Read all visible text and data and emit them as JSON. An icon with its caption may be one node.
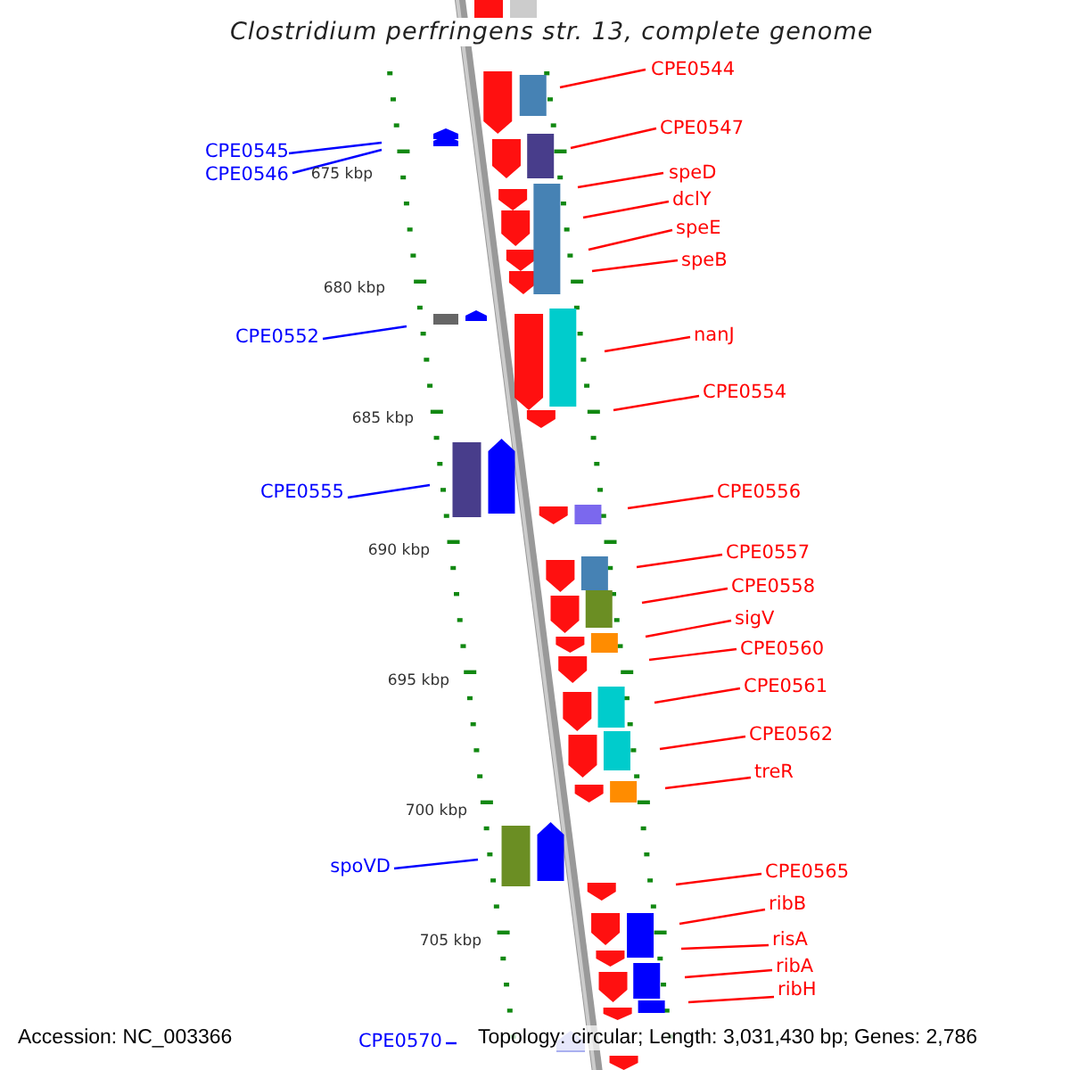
{
  "diagram": {
    "title": "Clostridium perfringens str. 13, complete genome",
    "nodes": [
      {
        "text": [
          "CPE0544"
        ]
      },
      {
        "text": [
          "CPE0547"
        ]
      },
      {
        "text": [
          "CPE0545"
        ]
      },
      {
        "text": [
          "CPE0546"
        ]
      },
      {
        "text": [
          "speD"
        ]
      },
      {
        "text": [
          "dclY"
        ]
      },
      {
        "text": [
          "speE"
        ]
      },
      {
        "text": [
          "speB"
        ]
      },
      {
        "text": [
          "CPE0552"
        ]
      },
      {
        "text": [
          "nanJ"
        ]
      },
      {
        "text": [
          "CPE0554"
        ]
      },
      {
        "text": [
          "CPE0555"
        ]
      },
      {
        "text": [
          "CPE0556"
        ]
      },
      {
        "text": [
          "CPE0557"
        ]
      },
      {
        "text": [
          "CPE0558"
        ]
      },
      {
        "text": [
          "sigV"
        ]
      },
      {
        "text": [
          "CPE0560"
        ]
      },
      {
        "text": [
          "CPE0561"
        ]
      },
      {
        "text": [
          "CPE0562"
        ]
      },
      {
        "text": [
          "treR"
        ]
      },
      {
        "text": [
          "spoVD"
        ]
      },
      {
        "text": [
          "CPE0565"
        ]
      },
      {
        "text": [
          "ribB"
        ]
      },
      {
        "text": [
          "risA"
        ]
      },
      {
        "text": [
          "ribA"
        ]
      },
      {
        "text": [
          "ribH"
        ]
      },
      {
        "text": [
          "CPE0570"
        ]
      }
    ],
    "edges": [
      {
        "from": 0,
        "to": null,
        "arrow": "none"
      },
      {
        "from": 1,
        "to": null,
        "arrow": "none"
      },
      {
        "from": 2,
        "to": null,
        "arrow": "none",
        "color": "#0000ff"
      },
      {
        "from": 3,
        "to": null,
        "arrow": "none",
        "color": "#0000ff"
      },
      {
        "from": 4,
        "to": null,
        "arrow": "none"
      },
      {
        "from": 5,
        "to": null,
        "arrow": "none"
      },
      {
        "from": 6,
        "to": null,
        "arrow": "none"
      },
      {
        "from": 7,
        "to": null,
        "arrow": "none"
      },
      {
        "from": 8,
        "to": null,
        "arrow": "none",
        "color": "#0000ff"
      },
      {
        "from": 9,
        "to": null,
        "arrow": "none"
      },
      {
        "from": 10,
        "to": null,
        "arrow": "none"
      },
      {
        "from": 11,
        "to": null,
        "arrow": "none",
        "color": "#0000ff"
      },
      {
        "from": 12,
        "to": null,
        "arrow": "none"
      },
      {
        "from": 13,
        "to": null,
        "arrow": "none"
      },
      {
        "from": 14,
        "to": null,
        "arrow": "none"
      },
      {
        "from": 15,
        "to": null,
        "arrow": "none"
      },
      {
        "from": 16,
        "to": null,
        "arrow": "none"
      },
      {
        "from": 17,
        "to": null,
        "arrow": "none"
      },
      {
        "from": 18,
        "to": null,
        "arrow": "none"
      },
      {
        "from": 19,
        "to": null,
        "arrow": "none"
      },
      {
        "from": 20,
        "to": null,
        "arrow": "none",
        "color": "#0000ff"
      },
      {
        "from": 21,
        "to": null,
        "arrow": "none"
      },
      {
        "from": 22,
        "to": null,
        "arrow": "none"
      },
      {
        "from": 23,
        "to": null,
        "arrow": "none"
      },
      {
        "from": 24,
        "to": null,
        "arrow": "none"
      },
      {
        "from": 25,
        "to": null,
        "arrow": "none"
      },
      {
        "from": 26,
        "to": null,
        "arrow": "none",
        "color": "#0000ff"
      }
    ],
    "labels": [
      "675 kbp",
      "680 kbp",
      "685 kbp",
      "690 kbp",
      "695 kbp",
      "700 kbp",
      "705 kbp",
      "Accession: NC_003366",
      "Topology: circular; Length: 3,031,430 bp; Genes: 2,786"
    ]
  }
}
